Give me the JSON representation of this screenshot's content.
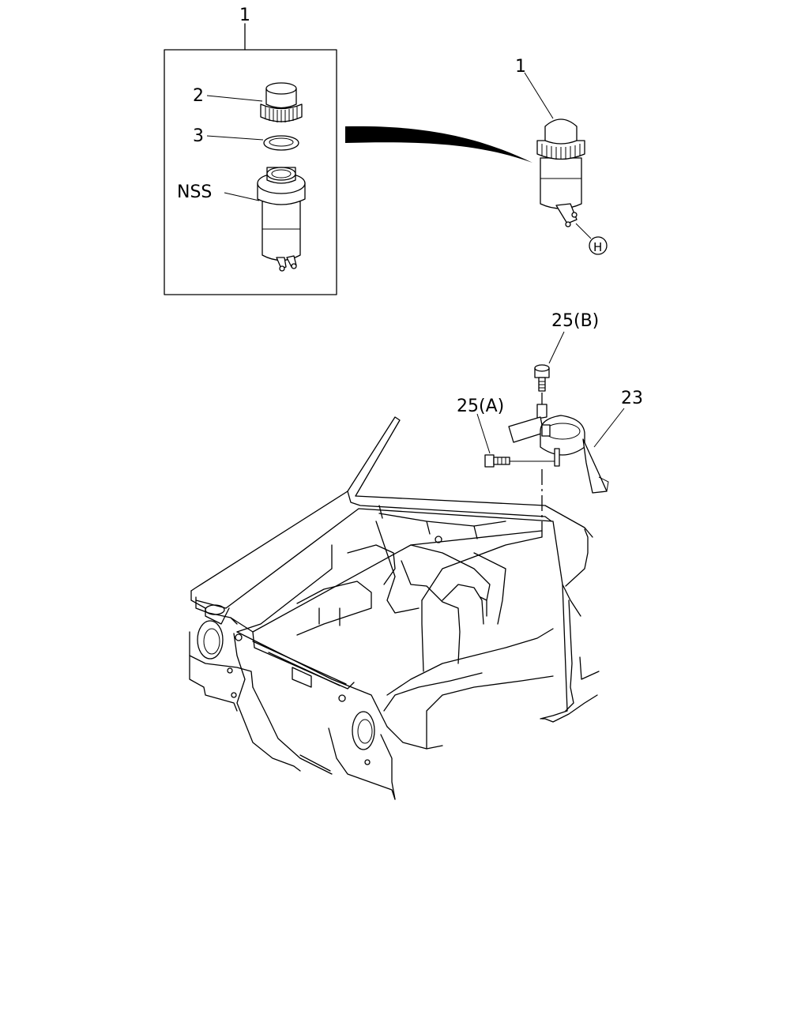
{
  "callouts": {
    "assembly_top": "1",
    "cap": "2",
    "gasket": "3",
    "nss": "NSS",
    "assembly_installed": "1",
    "connector_ref": "H",
    "bolt_b": "25(B)",
    "bolt_a": "25(A)",
    "bracket": "23"
  },
  "icons": [
    "reservoir-icon",
    "cap-icon",
    "gasket-icon",
    "bracket-icon",
    "bolt-icon",
    "vehicle-front-body-icon",
    "arrow-icon"
  ]
}
